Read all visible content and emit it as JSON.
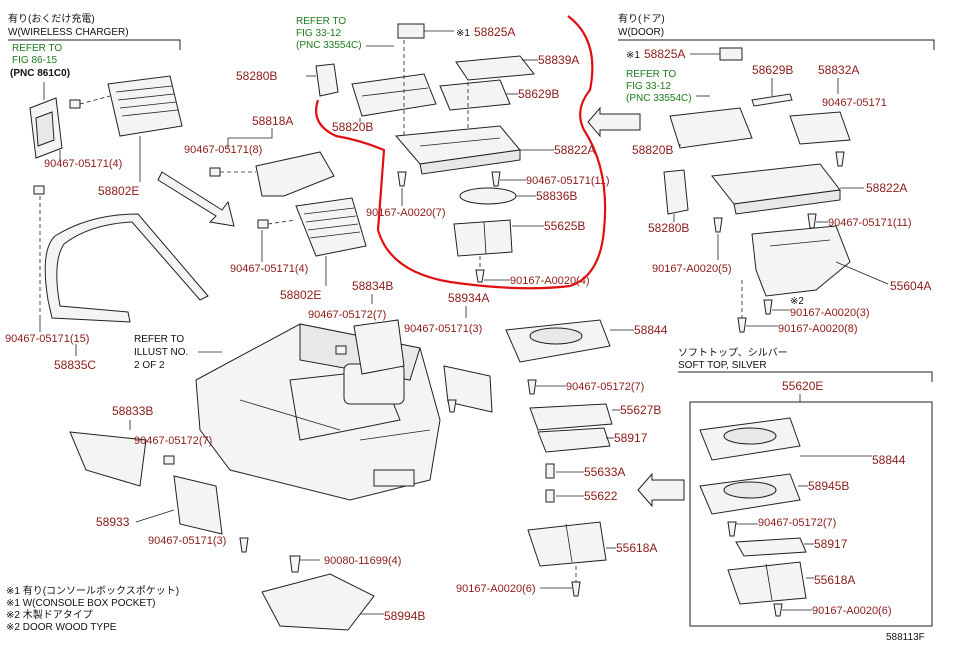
{
  "sections": {
    "wireless_jp": "有り(おくだけ充電)",
    "wireless_en": "W(WIRELESS CHARGER)",
    "door_jp": "有り(ドア)",
    "door_en": "W(DOOR)",
    "soft_top_jp": "ソフトトップ、シルバー",
    "soft_top_en": "SOFT TOP, SILVER"
  },
  "refs": {
    "fig86_line1": "REFER TO",
    "fig86_line2": "FIG 86-15",
    "pnc861": "(PNC 861C0)",
    "fig33a_line1": "REFER TO",
    "fig33a_line2": "FIG 33-12",
    "fig33a_line3": "(PNC 33554C)",
    "fig33b_line1": "REFER TO",
    "fig33b_line2": "FIG 33-12",
    "fig33b_line3": "(PNC 33554C)",
    "illust_line1": "REFER TO",
    "illust_line2": "ILLUST NO.",
    "illust_line3": "2 OF 2"
  },
  "parts": {
    "p58825A": "58825A",
    "p58839A": "58839A",
    "p58629B": "58629B",
    "p58280B": "58280B",
    "p58820B": "58820B",
    "p58822A": "58822A",
    "p90467_11": "90467-05171(11)",
    "p58836B": "58836B",
    "p90167_7": "90167-A0020(7)",
    "p55625B": "55625B",
    "p90167_4": "90167-A0020(4)",
    "star1": "※1",
    "d58825A": "58825A",
    "d58629B": "58629B",
    "d58832A": "58832A",
    "d90467_5171": "90467-05171",
    "d58820B": "58820B",
    "d58822A": "58822A",
    "d58280B": "58280B",
    "d90467_11": "90467-05171(11)",
    "d90167_5": "90167-A0020(5)",
    "d55604A": "55604A",
    "d90167_3": "90167-A0020(3)",
    "d90167_8": "90167-A0020(8)",
    "star2": "※2",
    "w90467_4a": "90467-05171(4)",
    "w58802E": "58802E",
    "p58818A": "58818A",
    "p90467_8": "90467-05171(8)",
    "p90467_4b": "90467-05171(4)",
    "p58802E_b": "58802E",
    "p90467_15": "90467-05171(15)",
    "p58835C": "58835C",
    "p58834B": "58834B",
    "p90467_05172_7a": "90467-05172(7)",
    "p58934A": "58934A",
    "p90467_3a": "90467-05171(3)",
    "p58833B": "58833B",
    "p90467_05172_7b": "90467-05172(7)",
    "p58933": "58933",
    "p90467_3b": "90467-05171(3)",
    "p90080": "90080-11699(4)",
    "p58994B": "58994B",
    "p58844": "58844",
    "p90467_05172_7c": "90467-05172(7)",
    "p55627B": "55627B",
    "p58917": "58917",
    "p55633A": "55633A",
    "p55622": "55622",
    "p55618A": "55618A",
    "p90167_6": "90167-A0020(6)",
    "s55620E": "55620E",
    "s58844": "58844",
    "s58945B": "58945B",
    "s90467_7": "90467-05172(7)",
    "s58917": "58917",
    "s55618A": "55618A",
    "s90167_6": "90167-A0020(6)"
  },
  "legend": {
    "line1": "※1 有り(コンソールボックスポケット)",
    "line2": "※1 W(CONSOLE BOX POCKET)",
    "line3": "※2 木製ドアタイプ",
    "line4": "※2 DOOR WOOD TYPE"
  },
  "figure_id": "588113F",
  "colors": {
    "part_number": "#8b1a1a",
    "reference": "#1e7a1e",
    "highlight": "#e01010"
  }
}
